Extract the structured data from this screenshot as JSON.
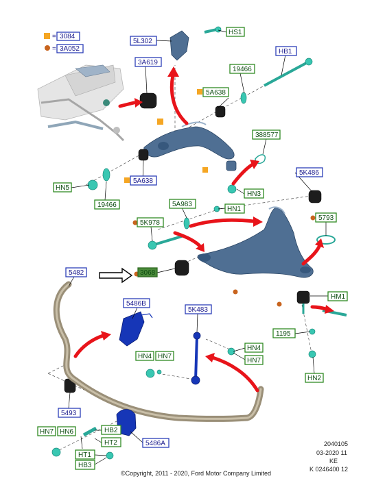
{
  "legend": [
    {
      "symbol": "square",
      "color": "#f5a623",
      "text": "3084"
    },
    {
      "symbol": "dot",
      "color": "#c8641e",
      "text": "3A052"
    }
  ],
  "labels": {
    "l5L302": "5L302",
    "lHS1": "HS1",
    "l3A619": "3A619",
    "l19466a": "19466",
    "lHB1": "HB1",
    "l5A638a": "5A638",
    "l388577": "388577",
    "l5K486": "5K486",
    "lHN5": "HN5",
    "l19466b": "19466",
    "l5A638b": "5A638",
    "lHN3": "HN3",
    "l5A983": "5A983",
    "lHN1": "HN1",
    "l5K978": "5K978",
    "l5793": "5793",
    "l5482": "5482",
    "l3068": "3068",
    "lHM1": "HM1",
    "l5486B": "5486B",
    "l5K483": "5K483",
    "l1195": "1195",
    "lHN4a": "HN4",
    "lHN7a": "HN7",
    "lHN4b": "HN4",
    "lHN7b": "HN7",
    "lHN2": "HN2",
    "l5493": "5493",
    "lHN7c": "HN7",
    "lHN6": "HN6",
    "lHB2": "HB2",
    "lHT2": "HT2",
    "l5486A": "5486A",
    "lHT1": "HT1",
    "lHB3": "HB3"
  },
  "footer": {
    "code1": "2040105",
    "date": "03-2020 11",
    "region": "KE",
    "ref": "K 0246400 12",
    "copyright": "©Copyright, 2011 - 2020, Ford Motor Company Limited"
  },
  "colors": {
    "callout_blue": "#2c3fb8",
    "callout_green": "#2f8a22",
    "arrow_red": "#e8141a",
    "part_steel": "#4f6f93",
    "part_cyan": "#39c7b2",
    "part_blue": "#1636b7"
  }
}
